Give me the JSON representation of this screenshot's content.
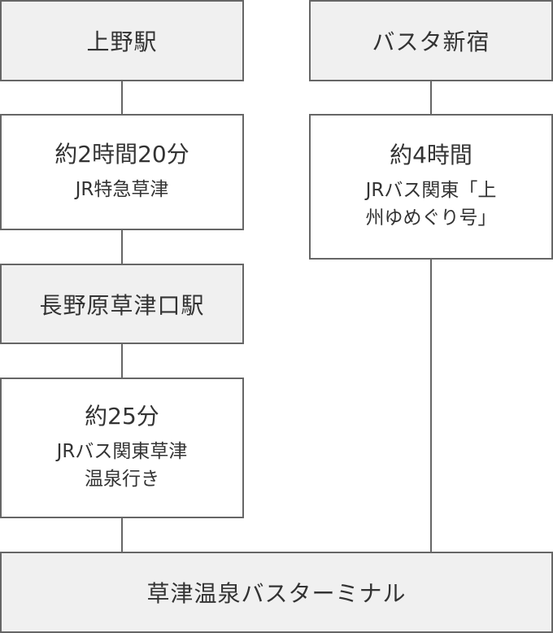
{
  "left_route": {
    "origin": "上野駅",
    "leg1": {
      "time": "約2時間20分",
      "service": "JR特急草津"
    },
    "transfer": "長野原草津口駅",
    "leg2": {
      "time": "約25分",
      "service": "JRバス関東草津\n温泉行き"
    }
  },
  "right_route": {
    "origin": "バスタ新宿",
    "leg1": {
      "time": "約4時間",
      "service": "JRバス関東「上\n州ゆめぐり号」"
    }
  },
  "destination": "草津温泉バスターミナル"
}
